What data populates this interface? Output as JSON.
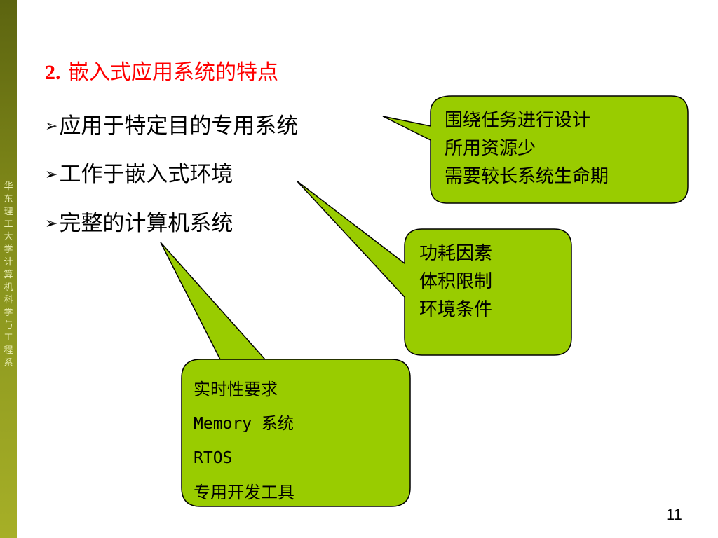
{
  "sidebar": {
    "text": "华东理工大学计算机科学与工程系"
  },
  "heading": {
    "number": "2.",
    "text": "嵌入式应用系统的特点"
  },
  "bullets": [
    {
      "marker": "➢",
      "text": "应用于特定目的专用系统"
    },
    {
      "marker": "➢",
      "text": "工作于嵌入式环境"
    },
    {
      "marker": "➢",
      "text": "完整的计算机系统"
    }
  ],
  "callouts": [
    {
      "lines": [
        "围绕任务进行设计",
        "所用资源少",
        "需要较长系统生命期"
      ]
    },
    {
      "lines": [
        "功耗因素",
        "体积限制",
        "环境条件"
      ]
    },
    {
      "lines": [
        "实时性要求",
        "Memory 系统",
        "RTOS",
        "专用开发工具"
      ]
    }
  ],
  "colors": {
    "callout_fill": "#99cc00",
    "sidebar": "#7d8618",
    "heading": "#ff0000"
  },
  "page_number": "11"
}
